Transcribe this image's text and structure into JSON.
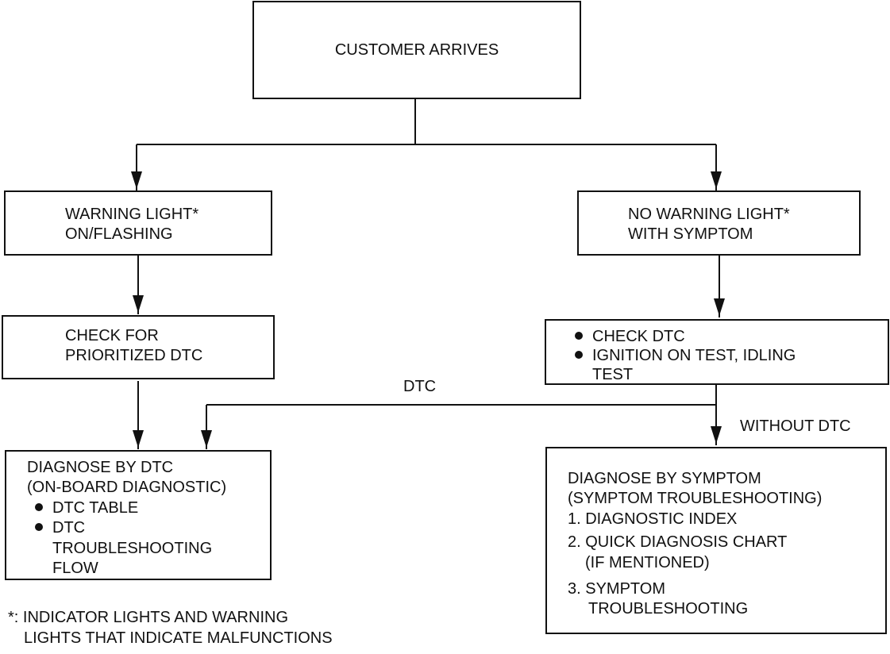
{
  "nodes": {
    "customer_arrives": "CUSTOMER ARRIVES",
    "warning_light": {
      "line1": "WARNING LIGHT*",
      "line2": "ON/FLASHING"
    },
    "no_warning_light": {
      "line1": "NO WARNING LIGHT*",
      "line2": "WITH SYMPTOM"
    },
    "check_prioritized": {
      "line1": "CHECK FOR",
      "line2": "PRIORITIZED DTC"
    },
    "check_dtc": {
      "bullets": [
        "CHECK DTC",
        "IGNITION ON TEST, IDLING"
      ],
      "continuation": "TEST"
    },
    "diagnose_dtc": {
      "line1": "DIAGNOSE BY DTC",
      "line2": "(ON-BOARD DIAGNOSTIC)",
      "bullet1": "DTC TABLE",
      "bullet2": "DTC",
      "bullet2_cont1": "TROUBLESHOOTING",
      "bullet2_cont2": "FLOW"
    },
    "diagnose_symptom": {
      "line1": "DIAGNOSE BY SYMPTOM",
      "line2": "(SYMPTOM TROUBLESHOOTING)",
      "item1": "1. DIAGNOSTIC INDEX",
      "item2": "2. QUICK DIAGNOSIS CHART",
      "item2_cont": "(IF MENTIONED)",
      "item3": "3. SYMPTOM",
      "item3_cont": "TROUBLESHOOTING"
    }
  },
  "edge_labels": {
    "dtc": "DTC",
    "without_dtc": "WITHOUT DTC"
  },
  "footnote": {
    "line1": "*: INDICATOR LIGHTS AND WARNING",
    "line2": "LIGHTS THAT INDICATE MALFUNCTIONS"
  }
}
